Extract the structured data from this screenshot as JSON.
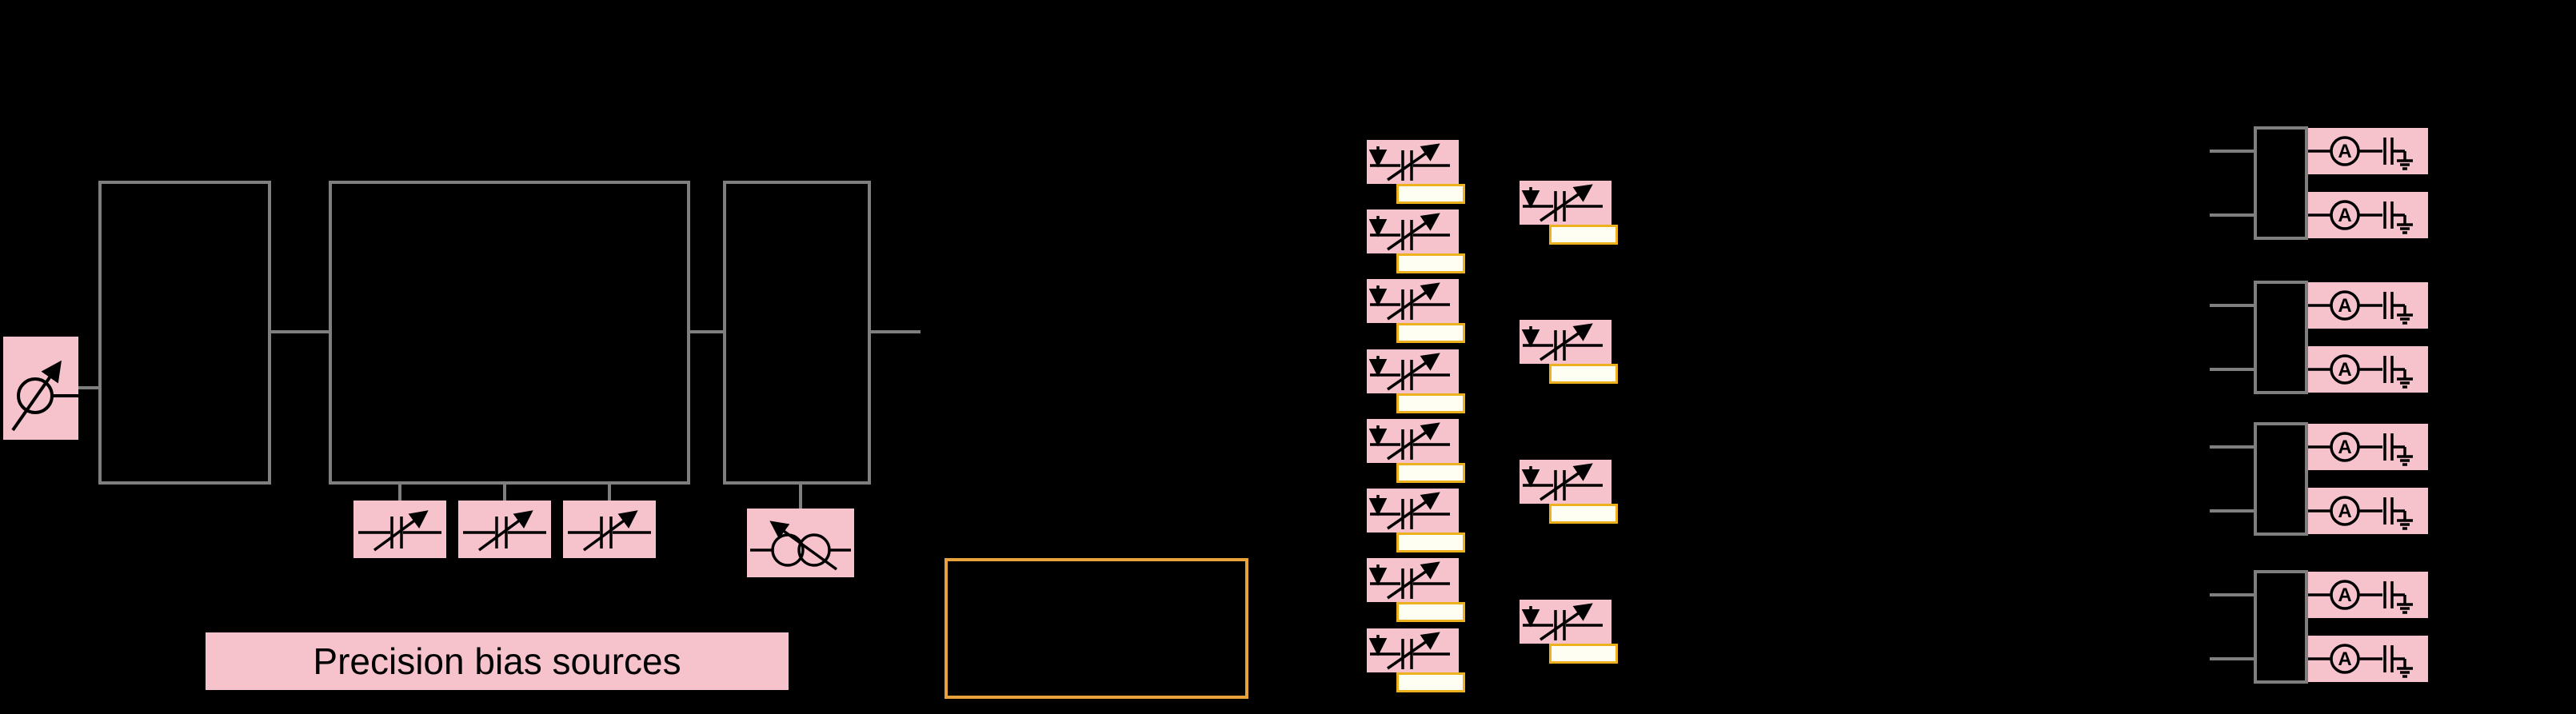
{
  "diagram": {
    "background": "#000000",
    "colors": {
      "background": "#000000",
      "highlight_pink": "#f6c3cd",
      "outline_gray": "#7f7f7f",
      "highlight_gold": "#e8a33c",
      "value_yellow": "#edb120",
      "value_fill": "#fffef2",
      "symbol_ink": "#000000"
    },
    "labels": {
      "bias_sources": "Precision bias sources",
      "ammeter_letter": "A"
    },
    "icons": {
      "source": "rf-source-icon",
      "bias_varactor": "variable-capacitor-icon",
      "tuner": "variable-capacitor-ground-icon",
      "coupler": "variable-coupler-icon",
      "readout": "ammeter-capacitor-ground-icon"
    },
    "structure": {
      "chain_blocks": 3,
      "bias_varactors": 3,
      "bias_couplers": 1,
      "tuner_bank_a_units": 8,
      "tuner_bank_b_units": 4,
      "readout_groups": 4,
      "readout_rows_per_group": 2
    }
  }
}
